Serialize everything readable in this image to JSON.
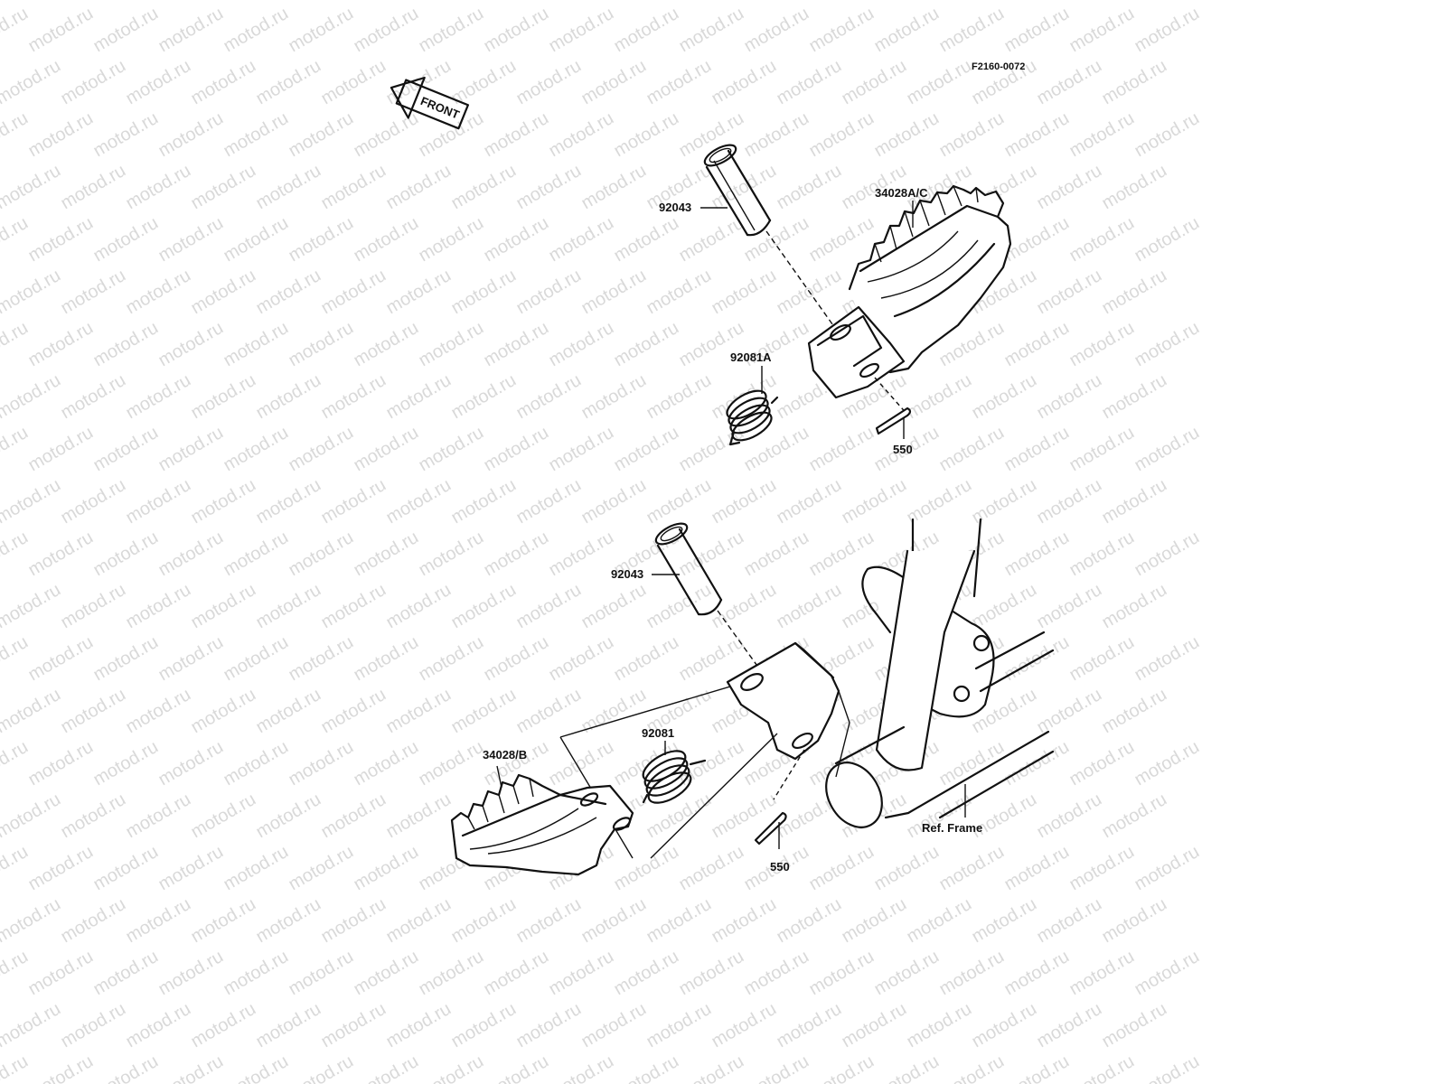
{
  "watermark": "motod.ru",
  "drawing_code": "F2160-0072",
  "front_label": "FRONT",
  "labels": {
    "pin_upper": "92043",
    "footpeg_upper": "34028A/C",
    "spring_upper": "92081A",
    "cotter_upper": "550",
    "pin_lower": "92043",
    "footpeg_lower": "34028/B",
    "spring_lower": "92081",
    "cotter_lower": "550",
    "frame": "Ref. Frame"
  }
}
